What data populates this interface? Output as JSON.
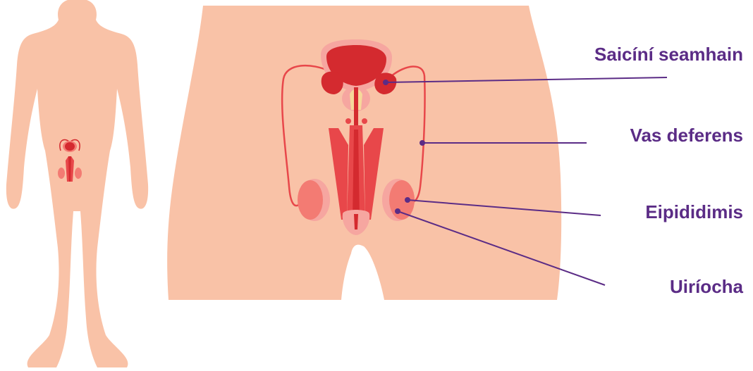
{
  "labels": [
    {
      "id": "seminal-vesicles",
      "text": "Saicíní seamhain"
    },
    {
      "id": "vas-deferens",
      "text": "Vas deferens"
    },
    {
      "id": "epididymis",
      "text": "Eipididimis"
    },
    {
      "id": "testicles",
      "text": "Uiríocha"
    }
  ],
  "colors": {
    "skin": "#f9c2a7",
    "organ_light": "#f37b73",
    "organ_mid": "#e8474a",
    "organ_dark": "#d42a2f",
    "organ_pale": "#f6a6a0",
    "gland": "#f6d89a",
    "label_text": "#5b2c86",
    "leader_line": "#5b2c86",
    "background": "#ffffff"
  },
  "icons": {
    "small_figure": "human-body-silhouette-icon",
    "organ": "male-reproductive-system-icon"
  }
}
